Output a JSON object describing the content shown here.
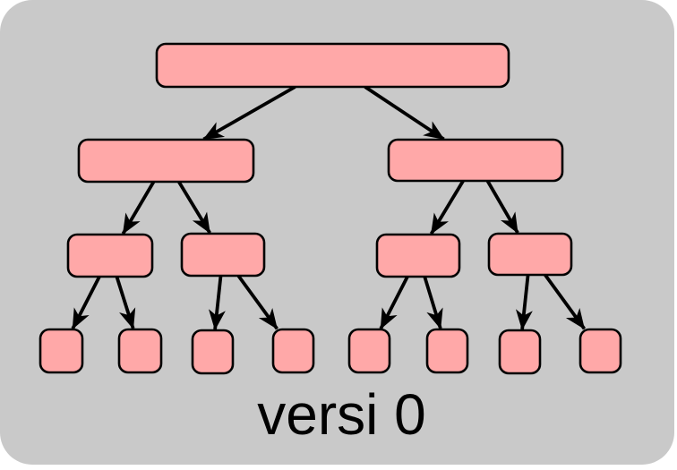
{
  "caption": {
    "text": "versi 0"
  },
  "colors": {
    "page_background": "#ffffff",
    "board_background": "#c9c9c9",
    "node_fill": "#ffa8a8",
    "node_stroke": "#000000",
    "edge_stroke": "#000000",
    "caption_text": "#000000"
  },
  "diagram": {
    "type": "tree",
    "orientation": "top-down",
    "levels": 4,
    "nodes": [
      {
        "id": "root",
        "level": 0
      },
      {
        "id": "L",
        "level": 1
      },
      {
        "id": "R",
        "level": 1
      },
      {
        "id": "LL",
        "level": 2
      },
      {
        "id": "LR",
        "level": 2
      },
      {
        "id": "RL",
        "level": 2
      },
      {
        "id": "RR",
        "level": 2
      },
      {
        "id": "n1",
        "level": 3
      },
      {
        "id": "n2",
        "level": 3
      },
      {
        "id": "n3",
        "level": 3
      },
      {
        "id": "n4",
        "level": 3
      },
      {
        "id": "n5",
        "level": 3
      },
      {
        "id": "n6",
        "level": 3
      },
      {
        "id": "n7",
        "level": 3
      },
      {
        "id": "n8",
        "level": 3
      }
    ],
    "edges": [
      [
        "root",
        "L"
      ],
      [
        "root",
        "R"
      ],
      [
        "L",
        "LL"
      ],
      [
        "L",
        "LR"
      ],
      [
        "R",
        "RL"
      ],
      [
        "R",
        "RR"
      ],
      [
        "LL",
        "n1"
      ],
      [
        "LL",
        "n2"
      ],
      [
        "LR",
        "n3"
      ],
      [
        "LR",
        "n4"
      ],
      [
        "RL",
        "n5"
      ],
      [
        "RL",
        "n6"
      ],
      [
        "RR",
        "n7"
      ],
      [
        "RR",
        "n8"
      ]
    ]
  }
}
